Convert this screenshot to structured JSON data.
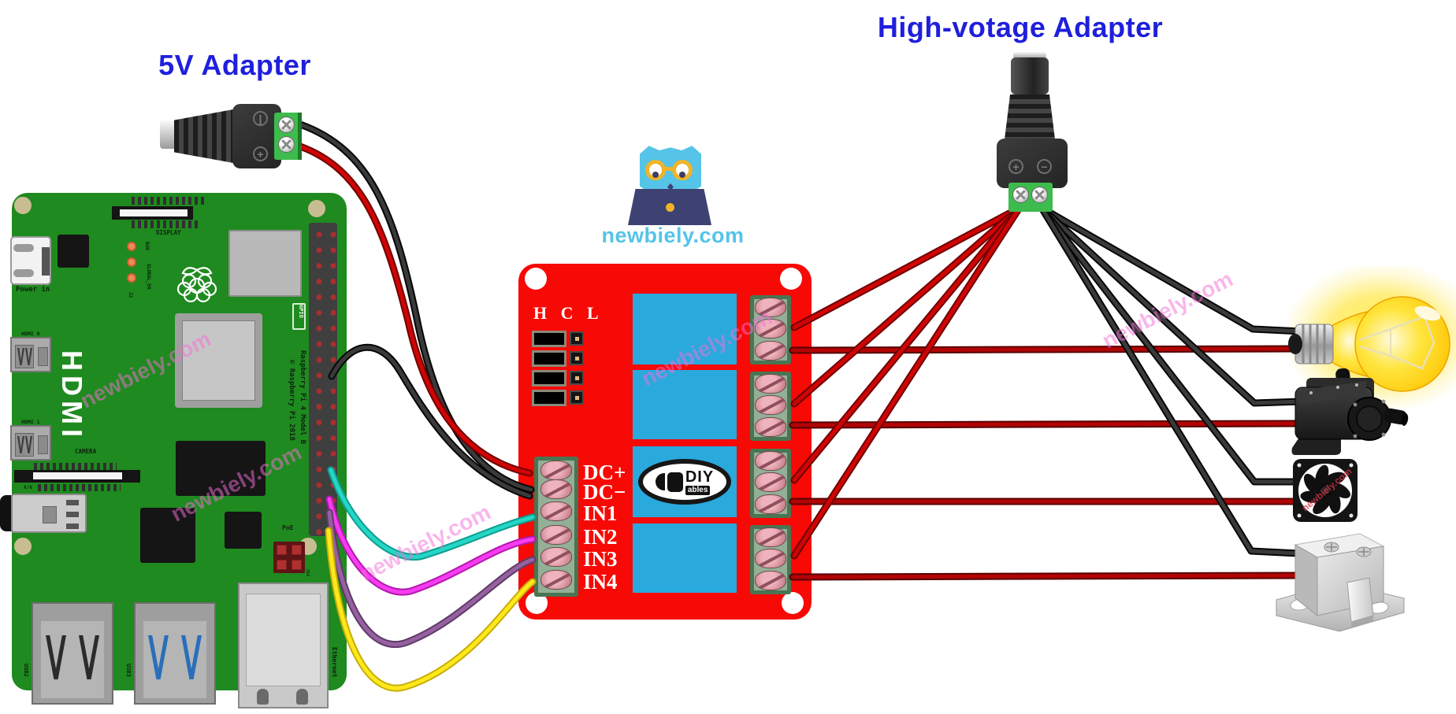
{
  "titles": {
    "adapter_5v": "5V Adapter",
    "adapter_hv": "High-votage Adapter"
  },
  "brand": {
    "site": "newbiely.com",
    "watermark": "newbiely.com"
  },
  "raspberry_pi": {
    "labels": {
      "power_in": "Power in",
      "display": "DISPLAY",
      "run": "RUN",
      "global_en": "GLOBAL_EN",
      "j2": "J2",
      "gpio": "GPIO",
      "hdmi": "HDMI",
      "hdmi0": "HDMI 0",
      "hdmi1": "HDMI 1",
      "av": "A/V",
      "camera": "CAMERA",
      "poe": "PoE",
      "j14": "J14",
      "usb2": "USB2",
      "usb3": "USB3",
      "ethernet": "Ethernet",
      "model": "Raspberry Pi 4 Model B",
      "copyright": "© Raspberry Pi 2018"
    }
  },
  "relay": {
    "jumper_header": "H C L",
    "terminals_left": [
      "DC+",
      "DC−",
      "IN1",
      "IN2",
      "IN3",
      "IN4"
    ],
    "channels": 4,
    "logo_main": "DIY",
    "logo_sub": "ables"
  },
  "adapters": {
    "marks": {
      "plus": "+",
      "minus": "−",
      "line": "|"
    }
  },
  "loads": {
    "items": [
      "light bulb",
      "water pump",
      "fan",
      "solenoid lock"
    ]
  },
  "colors": {
    "title_blue": "#1f1fdd",
    "board_red": "#f70905",
    "relay_blue": "#2aa9dd",
    "pi_green": "#1f8a1f",
    "adapter_green": "#3dbb4d",
    "wire_red": "#cf0404",
    "wire_cyan": "#25d6c4",
    "wire_magenta": "#f63cf0",
    "wire_purple": "#95619f",
    "wire_yellow": "#ffe81c",
    "watermark_pink": "#f46fd8",
    "logo_blue": "#55c4e8",
    "logo_navy": "#3d4273",
    "logo_yellow": "#f0b429"
  }
}
